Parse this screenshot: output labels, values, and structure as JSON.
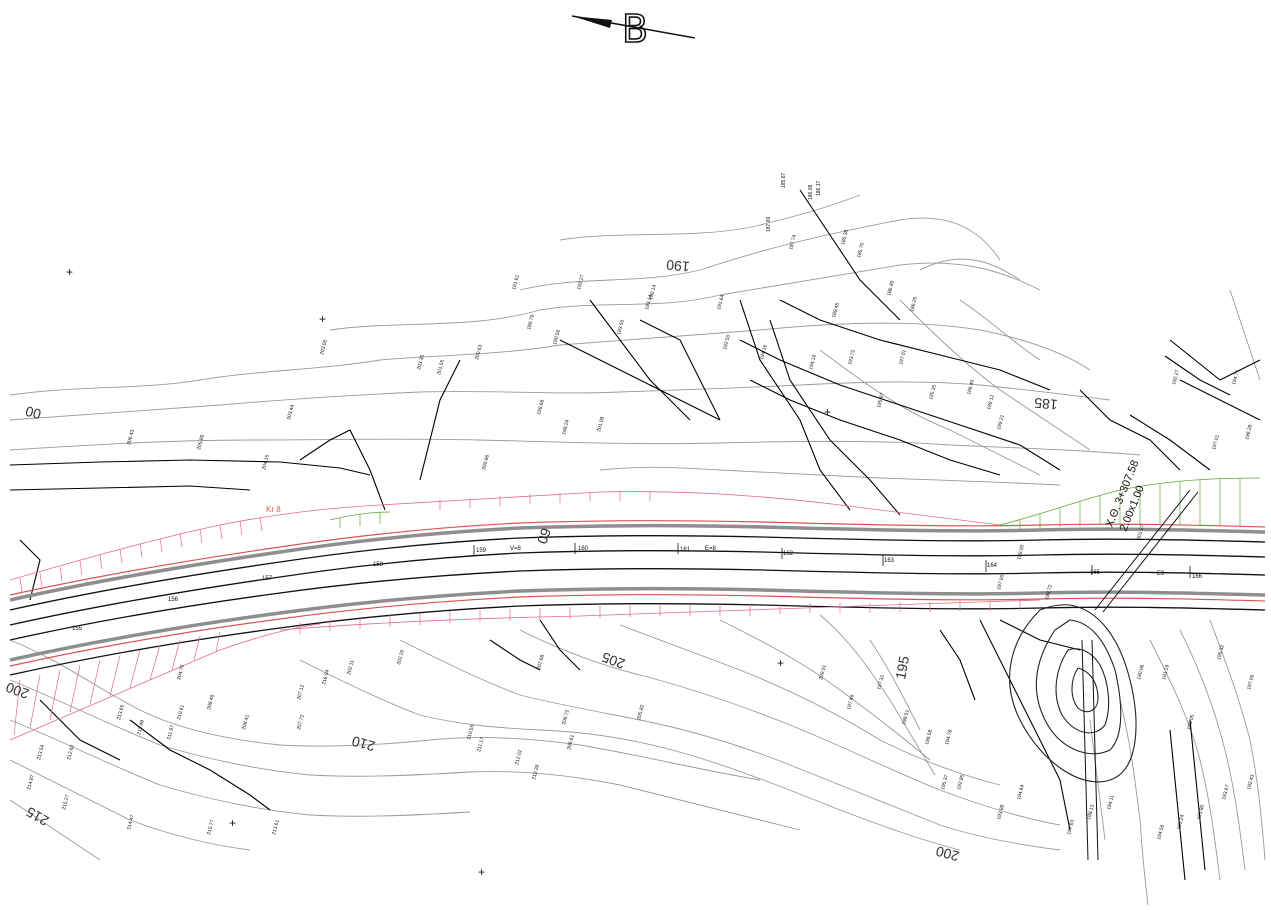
{
  "north_arrow": {
    "letter": "B"
  },
  "contour_labels": [
    "190",
    "185",
    "195",
    "200",
    "205",
    "210",
    "215",
    "200",
    "00",
    "09"
  ],
  "road_marker": "Kr 8",
  "culvert_label": {
    "line1": "X.Θ. 3+307.58",
    "line2": "2.00x1.00"
  },
  "stations": [
    "157",
    "158",
    "159",
    "V=8",
    "160",
    "161",
    "E=8",
    "162",
    "163",
    "164",
    "165",
    "E9",
    "166",
    "155",
    "156"
  ],
  "spot_elevations": [
    "185.67",
    "186.08",
    "186.17",
    "187.69",
    "187.74",
    "185.38",
    "185.70",
    "186.90",
    "186.25",
    "189.45",
    "190.14",
    "191.64",
    "193.14",
    "192.27",
    "191.61",
    "193.50",
    "189.79",
    "190.56",
    "192.50",
    "194.16",
    "194.19",
    "193.72",
    "197.01",
    "196.40",
    "195.35",
    "195.67",
    "199.12",
    "199.21",
    "198.24",
    "201.08",
    "199.68",
    "200.66",
    "201.55",
    "200.63",
    "203.35",
    "203.00",
    "203.44",
    "204.15",
    "205.89",
    "206.43",
    "207.12",
    "207.72",
    "208.41",
    "208.49",
    "207.68",
    "206.72",
    "206.61",
    "210.61",
    "210.55",
    "211.17",
    "212.02",
    "212.28",
    "213.65",
    "211.48",
    "211.97",
    "212.62",
    "213.54",
    "214.87",
    "215.27",
    "214.47",
    "213.61",
    "215.77",
    "216.04",
    "202.11",
    "202.20",
    "204.70",
    "205.82",
    "209.91",
    "197.31",
    "197.49",
    "198.51",
    "196.58",
    "194.78",
    "195.37",
    "192.85",
    "193.98",
    "194.64",
    "197.63",
    "198.13",
    "194.11",
    "194.56",
    "195.24",
    "195.80",
    "193.67",
    "192.43",
    "190.06",
    "191.19",
    "193.05",
    "195.32",
    "197.09",
    "192.27",
    "194.71",
    "196.28",
    "197.01",
    "201.27",
    "199.00",
    "198.72",
    "197.00"
  ]
}
